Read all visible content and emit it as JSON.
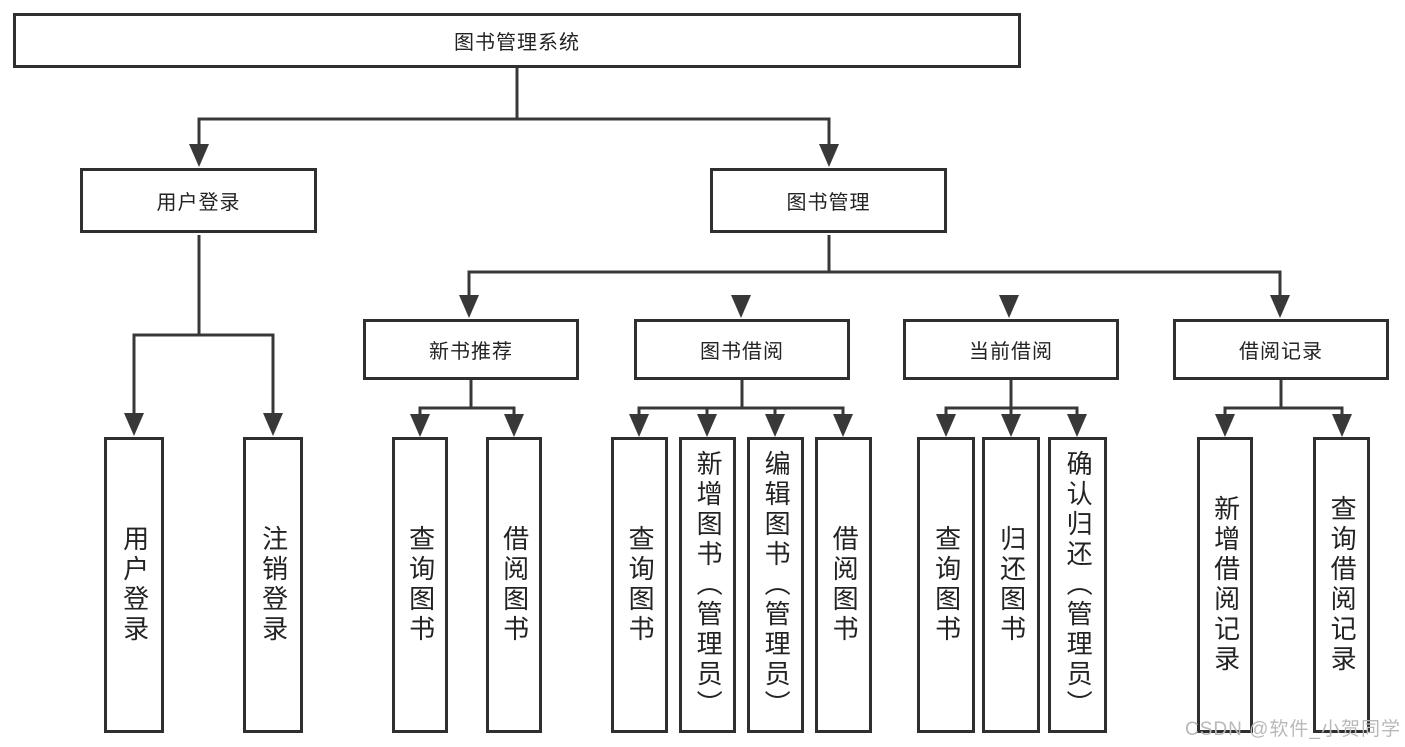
{
  "title": "图书管理系统",
  "watermark": "CSDN @软件_小贺同学",
  "tree": {
    "root": {
      "label": "图书管理系统"
    },
    "branches": [
      {
        "label": "用户登录",
        "children": [
          {
            "label": "用户登录"
          },
          {
            "label": "注销登录"
          }
        ]
      },
      {
        "label": "图书管理",
        "children": [
          {
            "label": "新书推荐",
            "children": [
              {
                "label": "查询图书"
              },
              {
                "label": "借阅图书"
              }
            ]
          },
          {
            "label": "图书借阅",
            "children": [
              {
                "label": "查询图书"
              },
              {
                "label": "新增图书（管理员）"
              },
              {
                "label": "编辑图书（管理员）"
              },
              {
                "label": "借阅图书"
              }
            ]
          },
          {
            "label": "当前借阅",
            "children": [
              {
                "label": "查询图书"
              },
              {
                "label": "归还图书"
              },
              {
                "label": "确认归还（管理员）"
              }
            ]
          },
          {
            "label": "借阅记录",
            "children": [
              {
                "label": "新增借阅记录"
              },
              {
                "label": "查询借阅记录"
              }
            ]
          }
        ]
      }
    ]
  },
  "colors": {
    "line": "#383838",
    "border": "#2f2f2f",
    "text": "#232323",
    "watermark": "#b9b9b9",
    "background": "#ffffff"
  }
}
